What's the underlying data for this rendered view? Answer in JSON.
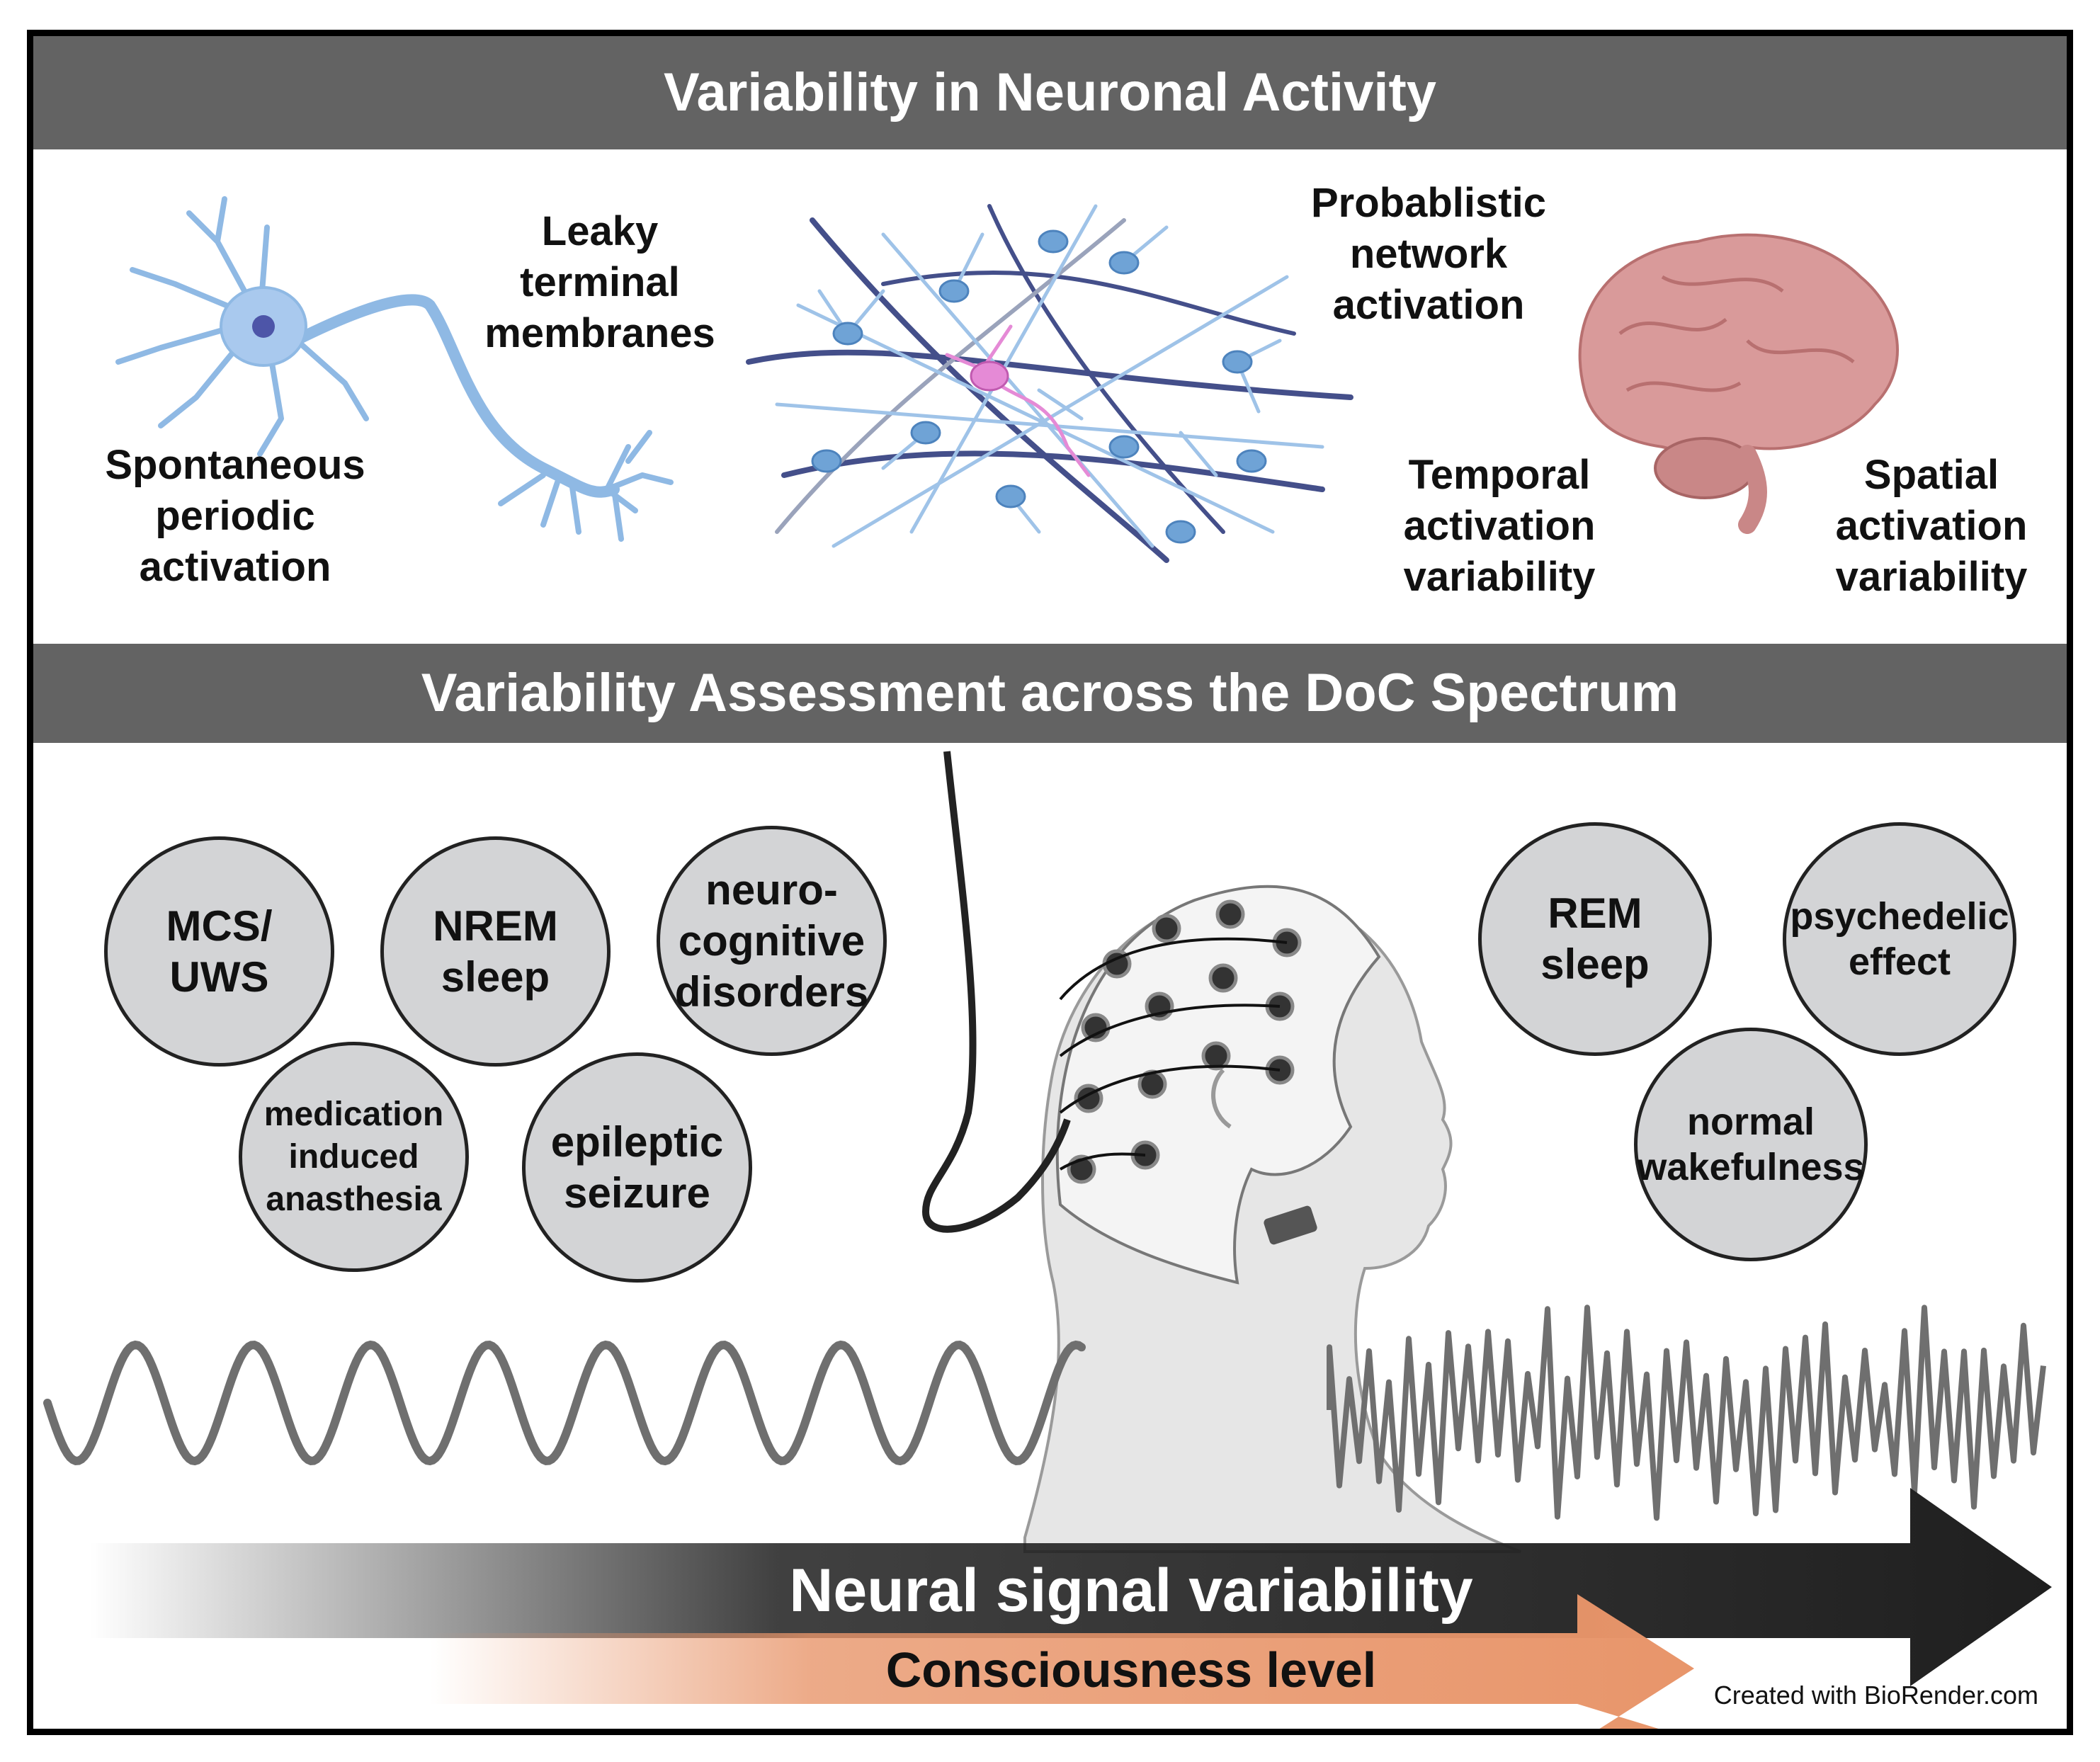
{
  "banners": {
    "top": "Variability in Neuronal Activity",
    "middle": "Variability Assessment across the DoC Spectrum"
  },
  "top_labels": {
    "leaky": "Leaky\nterminal\nmembranes",
    "spontaneous": "Spontaneous\nperiodic\nactivation",
    "probabilistic": "Probablistic\nnetwork\nactivation",
    "temporal": "Temporal\nactivation\nvariability",
    "spatial": "Spatial\nactivation\nvariability"
  },
  "bubbles_low": {
    "mcs": "MCS/\nUWS",
    "nrem": "NREM\nsleep",
    "neuro": "neuro-\ncognitive\ndisorders",
    "medication": "medication\ninduced\nanasthesia",
    "epileptic": "epileptic\nseizure"
  },
  "bubbles_high": {
    "rem": "REM\nsleep",
    "psychedelic": "psychedelic\neffect",
    "normal": "normal\nwakefulness"
  },
  "arrows": {
    "variability": "Neural signal variability",
    "consciousness": "Consciousness level"
  },
  "credit": "Created with BioRender.com",
  "colors": {
    "banner": "#636363",
    "bubble_fill": "#d3d4d6",
    "neuron_blue": "#9fc3e8",
    "neuron_pink": "#e58ad6",
    "brain": "#d99a9a",
    "variability_arrow": "#1f1f1f",
    "consciousness_arrow": "#e8956a",
    "signal": "#6f6f6f"
  },
  "icons": [
    "neuron-icon",
    "neural-network-icon",
    "brain-icon",
    "eeg-head-icon",
    "eeg-cable-icon"
  ]
}
